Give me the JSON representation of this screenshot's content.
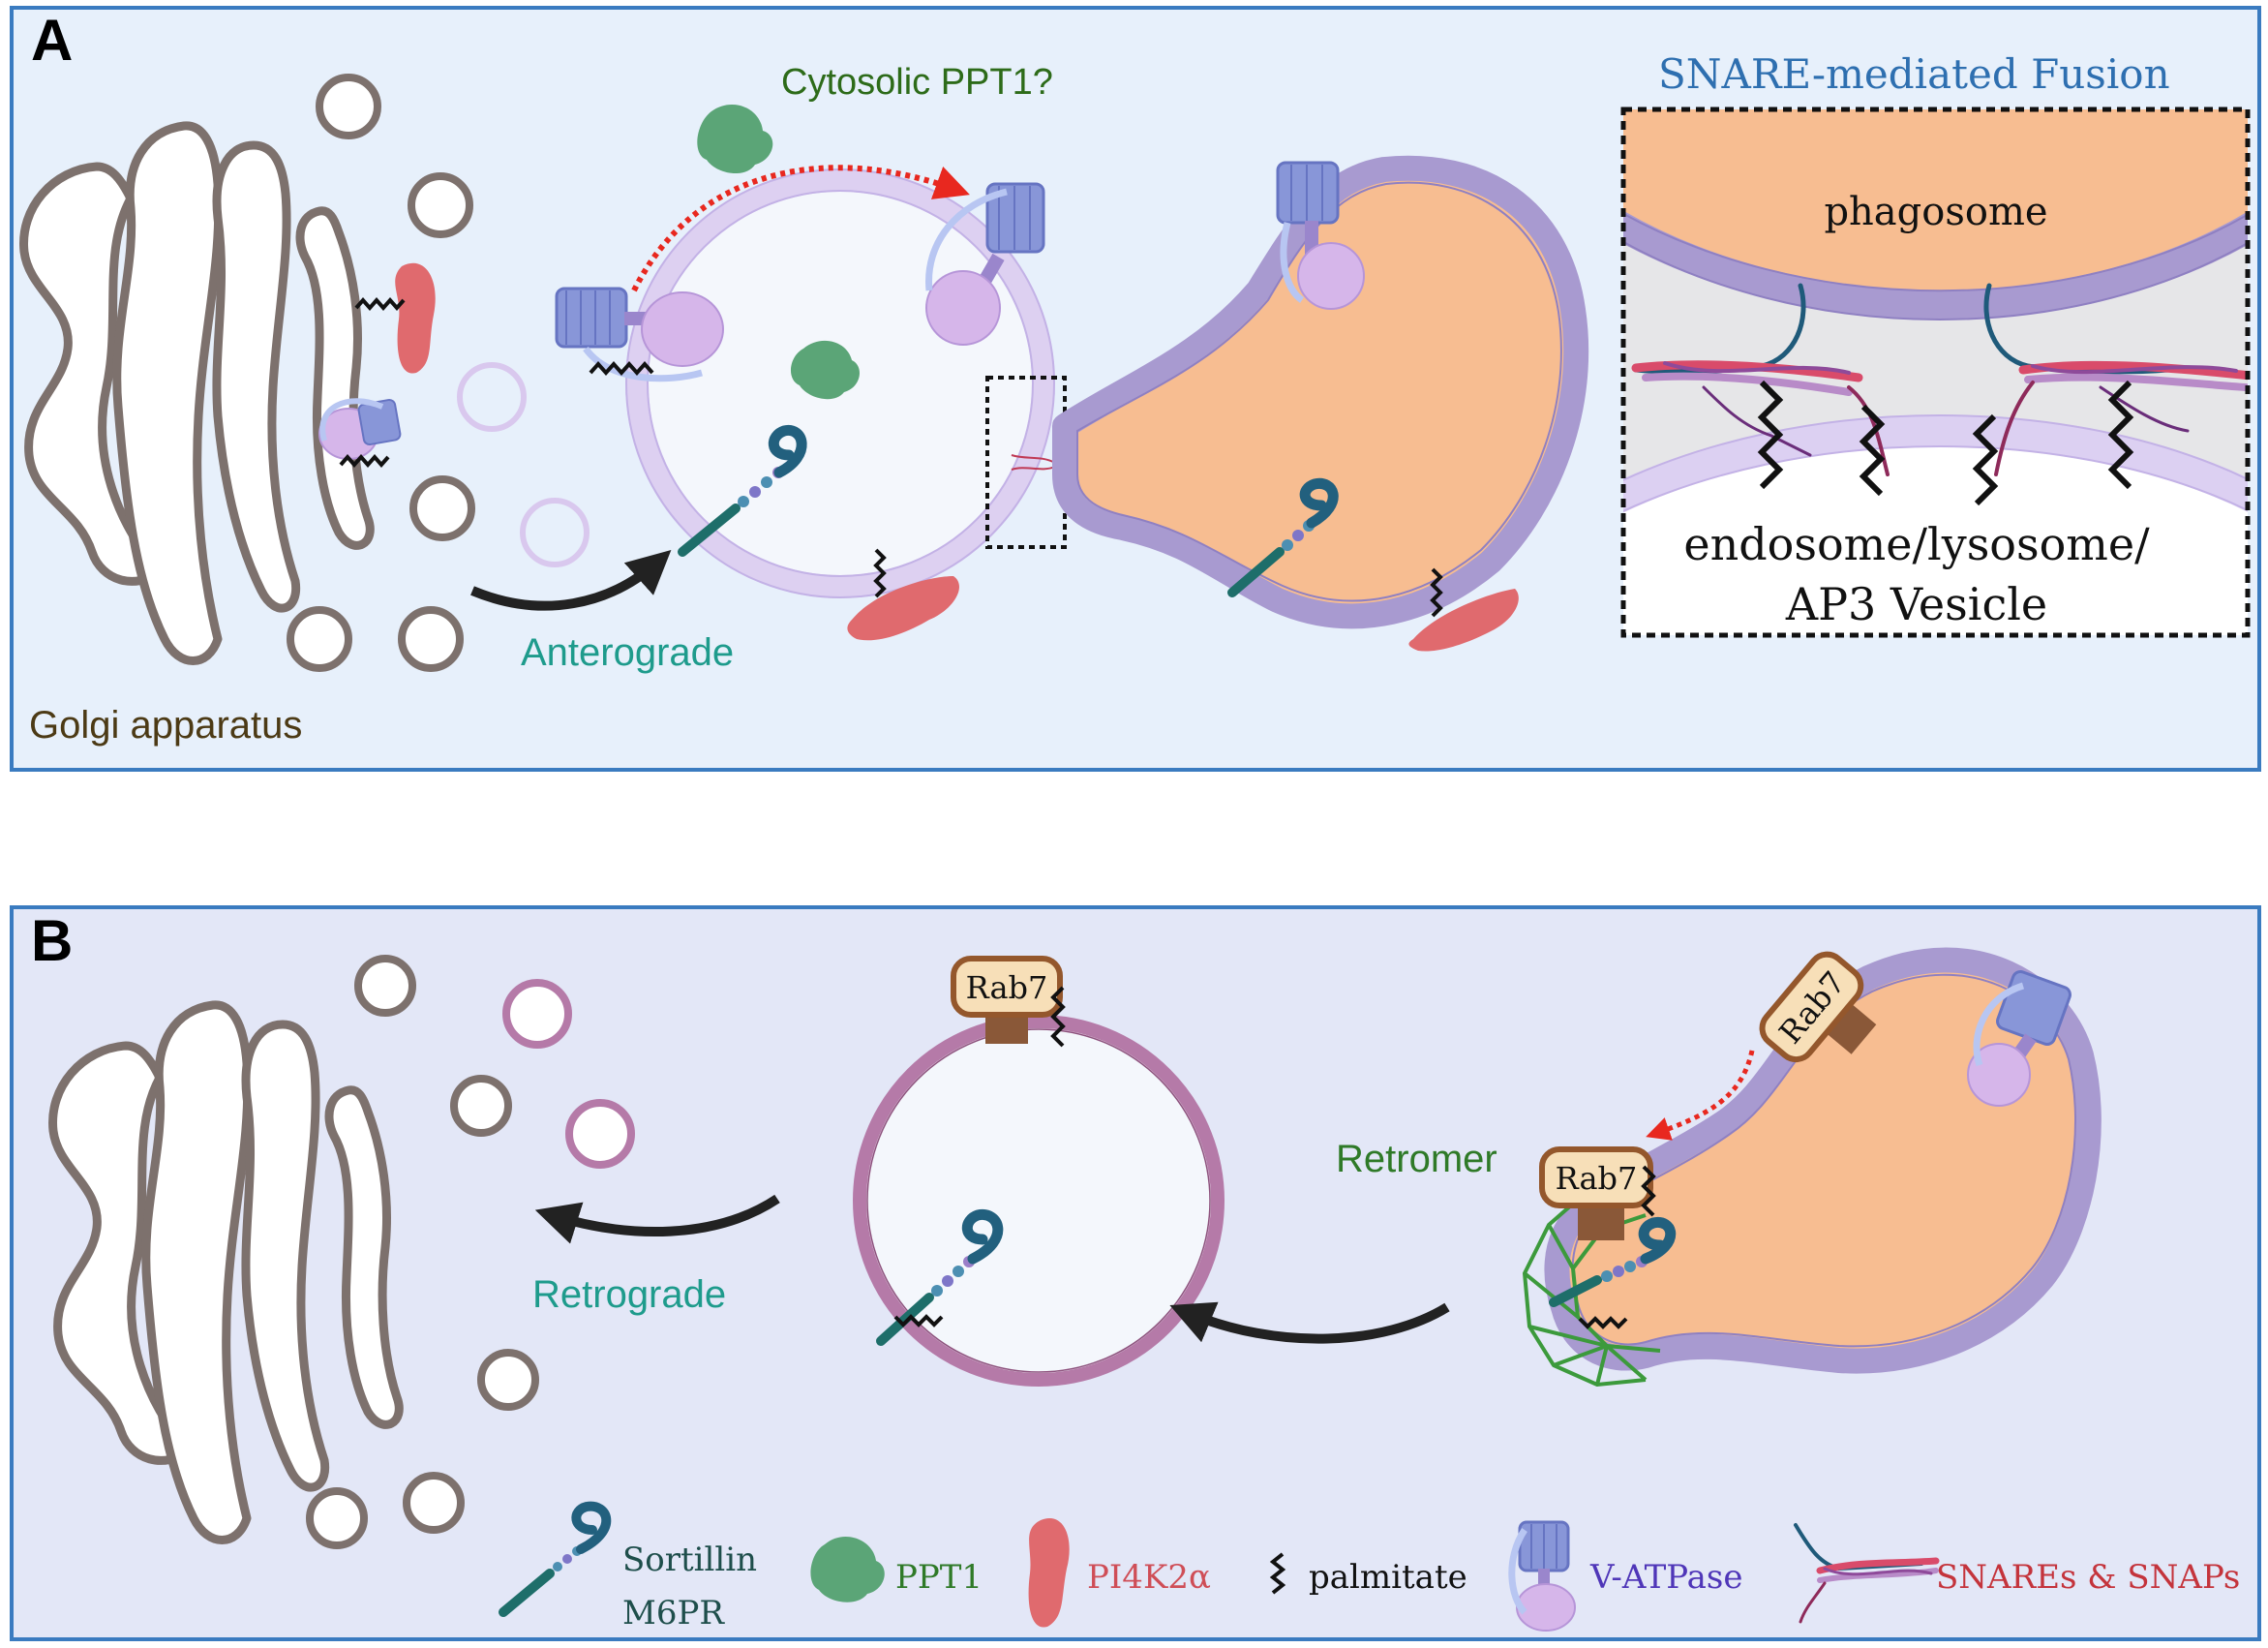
{
  "panels": {
    "a": {
      "letter": "A",
      "labels": {
        "cytosolic_ppt1": "Cytosolic PPT1?",
        "anterograde": "Anterograde",
        "golgi": "Golgi apparatus"
      },
      "inset": {
        "title": "SNARE-mediated Fusion",
        "phagosome": "phagosome",
        "vesicle_line1": "endosome/lysosome/",
        "vesicle_line2": "AP3 Vesicle"
      }
    },
    "b": {
      "letter": "B",
      "labels": {
        "retromer": "Retromer",
        "retrograde": "Retrograde"
      },
      "rab7": "Rab7"
    }
  },
  "legend": {
    "sortilin_line1": "Sortillin",
    "sortilin_line2": "M6PR",
    "ppt1": "PPT1",
    "pi4k2a": "PI4K2α",
    "palmitate": "palmitate",
    "vatpase": "V-ATPase",
    "snares": "SNAREs & SNAPs"
  },
  "colors": {
    "panel_a_bg": "#e7f0fb",
    "panel_b_bg": "#e3e7f7",
    "panel_border": "#3a7bc0",
    "phagosome_fill": "#f7bd91",
    "phagosome_membrane": "#a89ad0",
    "vesicle_membrane": "#d6c9ee",
    "retro_vesicle_membrane": "#b57aa8",
    "ppt1_green": "#5ba577",
    "pi4k2a_red": "#e06a6e",
    "sortilin_teal": "#1e6e6a",
    "vatpase_blue": "#8896d8",
    "vatpase_pink": "#d6b6ea",
    "rab7_fill": "#f7dfb8",
    "rab7_border": "#94572c",
    "retromer_green": "#3c9a3c",
    "anterograde_text": "#1e9b8c",
    "cytosolic_text": "#2d6b19",
    "golgi_text": "#4c3a15",
    "snare_title": "#2e6fb0",
    "legend_ppt1": "#2f7a28",
    "legend_pi4k2a": "#cf4e57",
    "legend_vatpase": "#4f36b8",
    "legend_snares": "#c4343c",
    "legend_sortilin": "#1e4e4b"
  }
}
